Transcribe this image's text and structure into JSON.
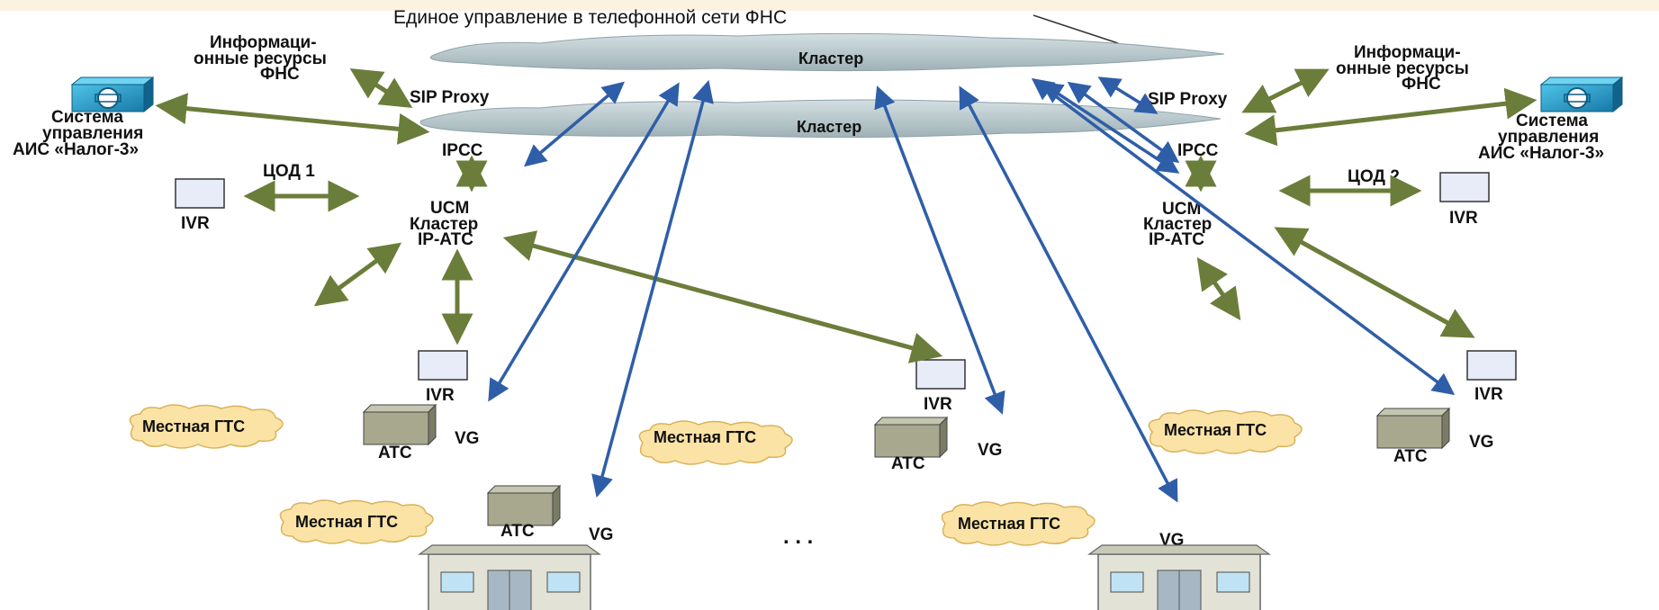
{
  "title": "Единое управление в телефонной сети ФНС",
  "clusters": [
    "Кластер",
    "Кластер"
  ],
  "sip_proxy": "SIP Proxy",
  "info_resources": [
    "Информаци-",
    "онные ресурсы",
    "ФНС"
  ],
  "mgmt_system": [
    "Система",
    "управления",
    "АИС «Налог-3»"
  ],
  "ipcc": "IPCC",
  "ucm": [
    "UCM",
    "Кластер",
    "IP-ATC"
  ],
  "cod1": "ЦОД 1",
  "cod2": "ЦОД 2",
  "ivr": "IVR",
  "atc": "ATC",
  "vg": "VG",
  "local_gts": "Местная ГТС",
  "ellipsis": ". . .",
  "colors": {
    "green_arrow": "#6b7d3a",
    "blue_arrow": "#2f5ea8",
    "cloud_gray": "#b4c4c8",
    "cloud_yellow": "#fbe3a6",
    "box_fill": "#e8ecf8"
  }
}
